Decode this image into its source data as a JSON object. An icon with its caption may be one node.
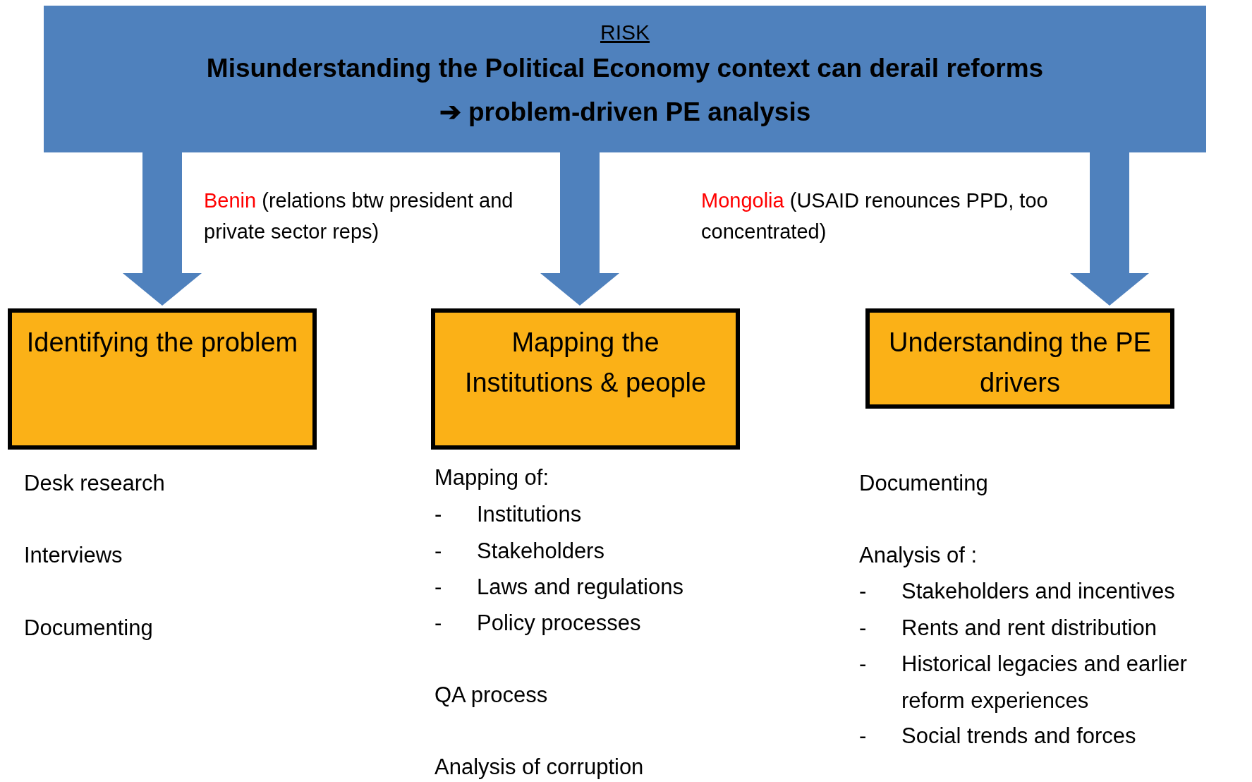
{
  "diagram": {
    "nodes": [
      {
        "text": [
          "RISK",
          "Misunderstanding the Political Economy context can derail reforms",
          "➔ problem-driven PE analysis"
        ]
      },
      {
        "text": [
          "Identifying the problem"
        ]
      },
      {
        "text": [
          "Mapping the Institutions & people"
        ]
      },
      {
        "text": [
          "Understanding the PE drivers"
        ]
      }
    ],
    "edges": [
      {
        "from": 0,
        "to": 1,
        "arrow": "to"
      },
      {
        "from": 0,
        "to": 2,
        "arrow": "to"
      },
      {
        "from": 0,
        "to": 3,
        "arrow": "to"
      }
    ],
    "labels": [
      "Benin",
      "(relations btw president and private sector reps)",
      "Mongolia",
      "(USAID renounces PPD, too concentrated)",
      "Desk research",
      "Interviews",
      "Documenting",
      "Mapping of:",
      "-",
      "Institutions",
      "-",
      "Stakeholders",
      "-",
      "Laws and regulations",
      "-",
      "Policy processes",
      "QA process",
      "Analysis of corruption",
      "Documenting",
      "Analysis of :",
      "-",
      "Stakeholders and incentives",
      "-",
      "Rents and rent distribution",
      "-",
      "Historical legacies and earlier reform experiences",
      "-",
      "Social trends and forces"
    ]
  }
}
